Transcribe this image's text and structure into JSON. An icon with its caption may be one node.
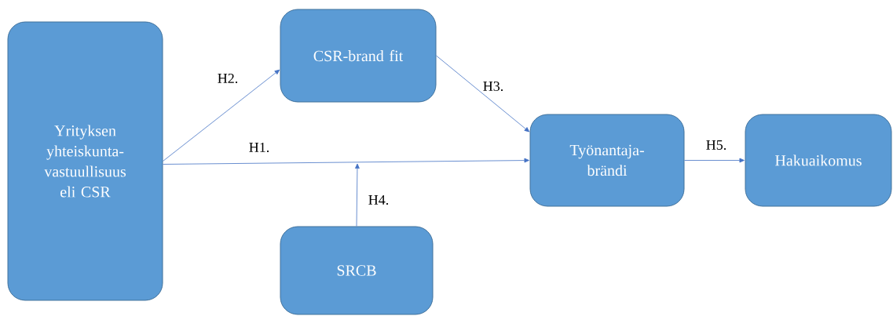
{
  "diagram": {
    "nodes": [
      {
        "text": [
          "Yrityksen yhteiskunta- vastuullisuus eli CSR"
        ]
      },
      {
        "text": [
          "CSR-brand fit"
        ]
      },
      {
        "text": [
          "Työnantaja- brändi"
        ]
      },
      {
        "text": [
          "Hakuaikomus"
        ]
      },
      {
        "text": [
          "SRCB"
        ]
      }
    ],
    "edges": [
      {
        "from": 0,
        "to": 1,
        "arrow": "to",
        "label": "H2."
      },
      {
        "from": 1,
        "to": 2,
        "arrow": "to",
        "label": "H3."
      },
      {
        "from": 0,
        "to": 2,
        "arrow": "to",
        "label": "H1."
      },
      {
        "from": 4,
        "to": null,
        "arrow": "to",
        "label": "H4."
      },
      {
        "from": 2,
        "to": 3,
        "arrow": "to",
        "label": "H5."
      }
    ]
  }
}
